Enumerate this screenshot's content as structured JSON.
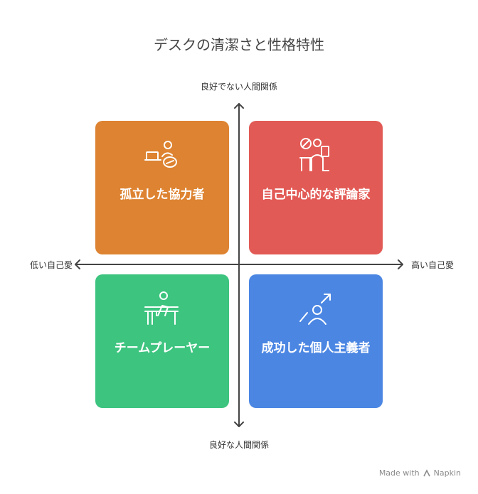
{
  "title": "デスクの清潔さと性格特性",
  "axes": {
    "top": "良好でない人間関係",
    "bottom": "良好な人間関係",
    "left": "低い自己愛",
    "right": "高い自己愛"
  },
  "quadrants": {
    "top_left": {
      "label": "孤立した協力者",
      "color": "#dd8331",
      "icon": "laptop-person-icon"
    },
    "top_right": {
      "label": "自己中心的な評論家",
      "color": "#e25a55",
      "icon": "critic-person-icon"
    },
    "bottom_left": {
      "label": "チームプレーヤー",
      "color": "#3dc47f",
      "icon": "desk-person-icon"
    },
    "bottom_right": {
      "label": "成功した個人主義者",
      "color": "#4b86e3",
      "icon": "success-person-icon"
    }
  },
  "footer": {
    "made_with": "Made with",
    "brand": "Napkin"
  }
}
